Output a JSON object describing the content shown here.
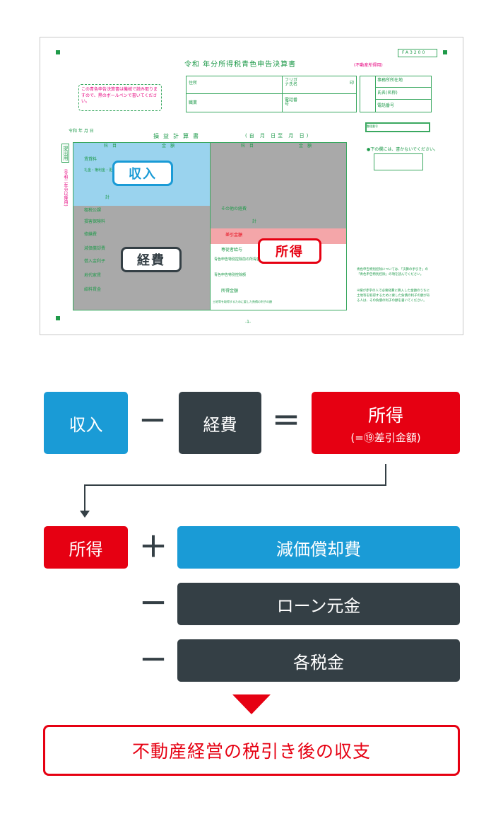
{
  "form": {
    "code": "FA3200",
    "title": "令和 年分所得税青色申告決算書",
    "title_sub": "(不動産所得用)",
    "era_box": "○",
    "notice": "この青色申告決算書は機械で読み取りますので、黒のボールペンで書いてください。",
    "address_label": "住所",
    "furigana_label": "フリガナ氏名",
    "business_label": "職業",
    "phone_label": "電話番号",
    "right_labels": [
      "事務所所在地",
      "氏名(名称)",
      "電話番号"
    ],
    "seal": "印",
    "date_label": "令和 年 月 日",
    "pl_title": "損益計算書",
    "period": "(自 月 日至 月 日)",
    "side_label": "提出用",
    "side_sub": "(令和二年分以降用)",
    "col_subject": "科目",
    "col_amount": "金額",
    "rows_income": [
      "賃貸料",
      "礼金・権利金・更新料",
      "計"
    ],
    "rows_expense": [
      "租税公課",
      "損害保険料",
      "修繕費",
      "減価償却費",
      "借入金利子",
      "地代家賃",
      "給料賃金"
    ],
    "rows_right": [
      "その他の経費",
      "計",
      "差引金額",
      "専従者給与",
      "青色申告特別控除前の所得金額",
      "青色申告特別控除額",
      "所得金額",
      "土地等を取得するために要した負債の利子の額"
    ],
    "note_right1": "●下の欄には、書かないでください。",
    "note_right2": "青色申告特別控除については、「決算の手引き」の「青色申告特別控除」の項を読んでください。",
    "note_right3": "④欄が赤字の人で必要経費に算入した金額のうちに土地等を取得するために要した負債の利子の額がある人は、その負債の利子の額を書いてください。",
    "page_number": "-1-",
    "small_label": "整理番号"
  },
  "badges": {
    "income": "収入",
    "expense": "経費",
    "profit": "所得"
  },
  "flow": {
    "row1": {
      "income": "収入",
      "minus": "－",
      "expense": "経費",
      "equals": "＝",
      "profit": "所得",
      "profit_sub": "(=⑲差引金額)"
    },
    "row2": {
      "profit": "所得",
      "plus": "＋",
      "depreciation": "減価償却費"
    },
    "row3": {
      "minus": "－",
      "loan": "ローン元金"
    },
    "row4": {
      "minus": "－",
      "taxes": "各税金"
    },
    "result": "不動産経営の税引き後の収支"
  },
  "colors": {
    "blue": "#1a9bd6",
    "dark": "#343f45",
    "red": "#e60012",
    "form_green": "#1e9a4a"
  }
}
